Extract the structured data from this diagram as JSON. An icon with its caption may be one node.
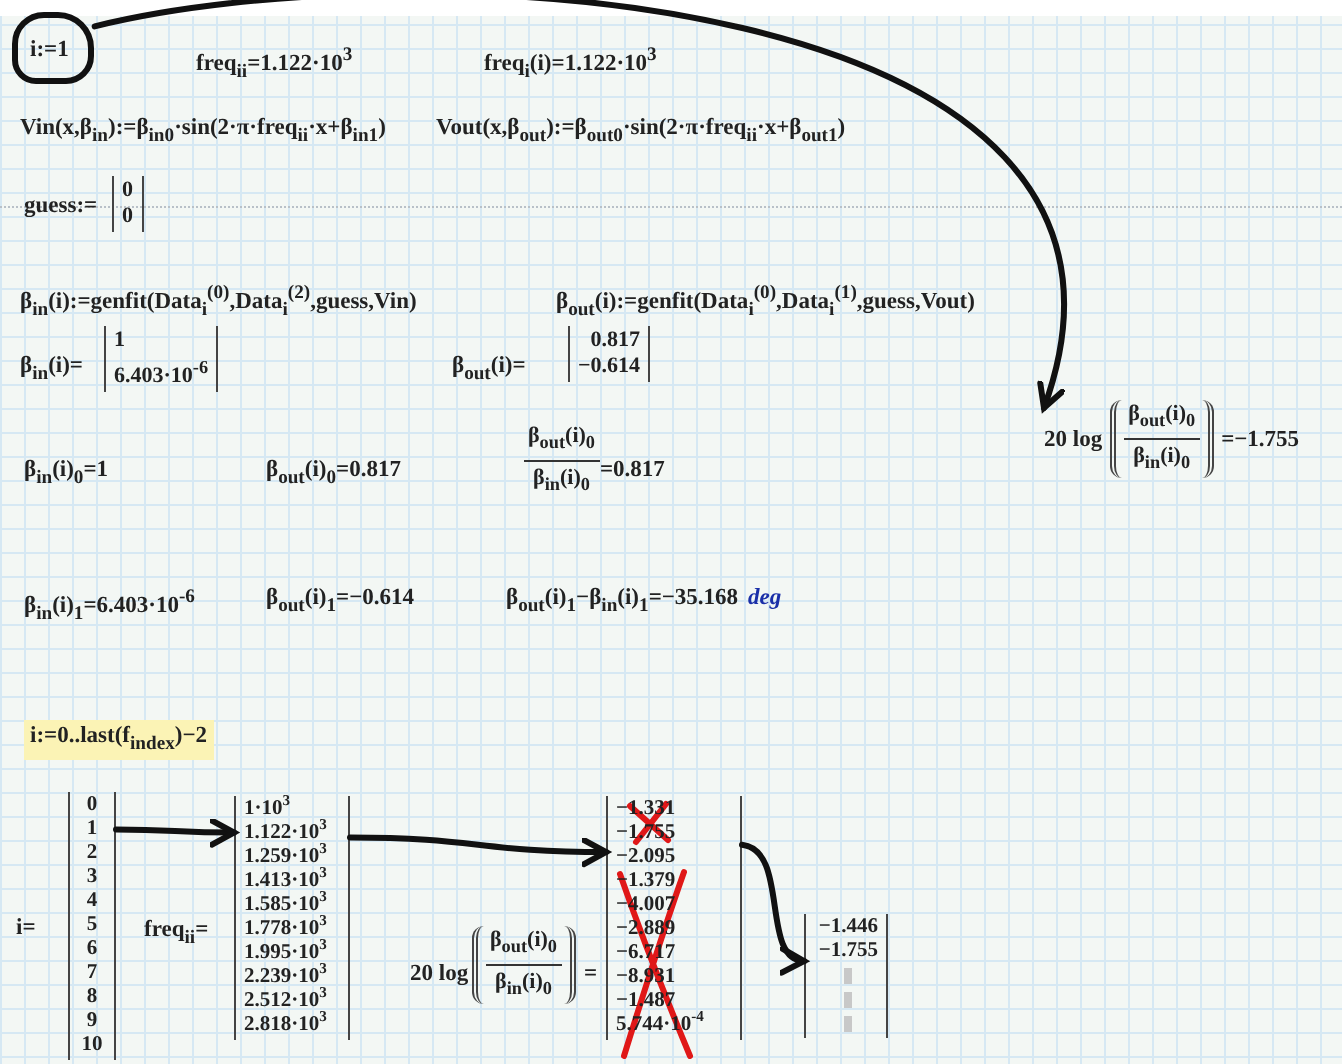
{
  "diagram": {
    "nodes": [
      {
        "text": [
          "i:=1"
        ]
      },
      {
        "text": [
          "20 log",
          "β$_{out}$(i)$_{0}$",
          "β$_{in}$(i)$_{0}$",
          "=−1.755"
        ]
      },
      {
        "text": [
          "0",
          "1",
          "2",
          "3",
          "4",
          "5",
          "6",
          "7",
          "8",
          "9",
          "10"
        ]
      },
      {
        "text": [
          "1·10$^{3}$",
          "1.122·10$^{3}$",
          "1.259·10$^{3}$",
          "1.413·10$^{3}$",
          "1.585·10$^{3}$",
          "1.778·10$^{3}$",
          "1.995·10$^{3}$",
          "2.239·10$^{3}$",
          "2.512·10$^{3}$",
          "2.818·10$^{3}$"
        ]
      },
      {
        "text": [
          "−1.331",
          "−1.755",
          "−2.095",
          "−1.379",
          "−4.007",
          "−2.889",
          "−6.717",
          "−8.931",
          "−1.487",
          "5.744·10$^{-4}$"
        ]
      },
      {
        "text": [
          "−1.446",
          "−1.755"
        ]
      }
    ],
    "edges": [
      {
        "from": 0,
        "to": 1,
        "arrow": "to"
      },
      {
        "from": 2,
        "to": 3,
        "arrow": "to"
      },
      {
        "from": 3,
        "to": 4,
        "arrow": "to"
      },
      {
        "from": 4,
        "to": 5,
        "arrow": "to"
      }
    ],
    "labels": [
      "freq$_{i}$$_{i}$=1.122·10$^{3}$",
      "freq$_{i}$(i)=1.122·10$^{3}$",
      "Vin(x,β$_{in}$):=β$_{in}$$_{0}$·sin(2·π·freq$_{i}$$_{i}$·x+β$_{in}$$_{1}$)",
      "Vout(x,β$_{out}$):=β$_{out}$$_{0}$·sin(2·π·freq$_{i}$$_{i}$·x+β$_{out}$$_{1}$)",
      "guess:=",
      "0",
      "0",
      "β$_{in}$(i):=genfit(Data$_{i}$$^{(0)}$,Data$_{i}$$^{(2)}$,guess,Vin)",
      "β$_{out}$(i):=genfit(Data$_{i}$$^{(0)}$,Data$_{i}$$^{(1)}$,guess,Vout)",
      "β$_{in}$(i)=",
      "1",
      "6.403·10$^{-6}$",
      "β$_{out}$(i)=",
      "0.817",
      "−0.614",
      "β$_{in}$(i)$_{0}$=1",
      "β$_{out}$(i)$_{0}$=0.817",
      "β$_{out}$(i)$_{0}$",
      "β$_{in}$(i)$_{0}$",
      "=0.817",
      "β$_{in}$(i)$_{1}$=6.403·10$^{-6}$",
      "β$_{out}$(i)$_{1}$=−0.614",
      "β$_{out}$(i)$_{1}$−β$_{in}$(i)$_{1}$=−35.168",
      "deg",
      "i:=0..last(f$_{index}$)−2",
      "i=",
      "freq$_{i}$$_{i}$=",
      "20 log",
      "β$_{out}$(i)$_{0}$",
      "β$_{in}$(i)$_{0}$",
      "="
    ]
  }
}
